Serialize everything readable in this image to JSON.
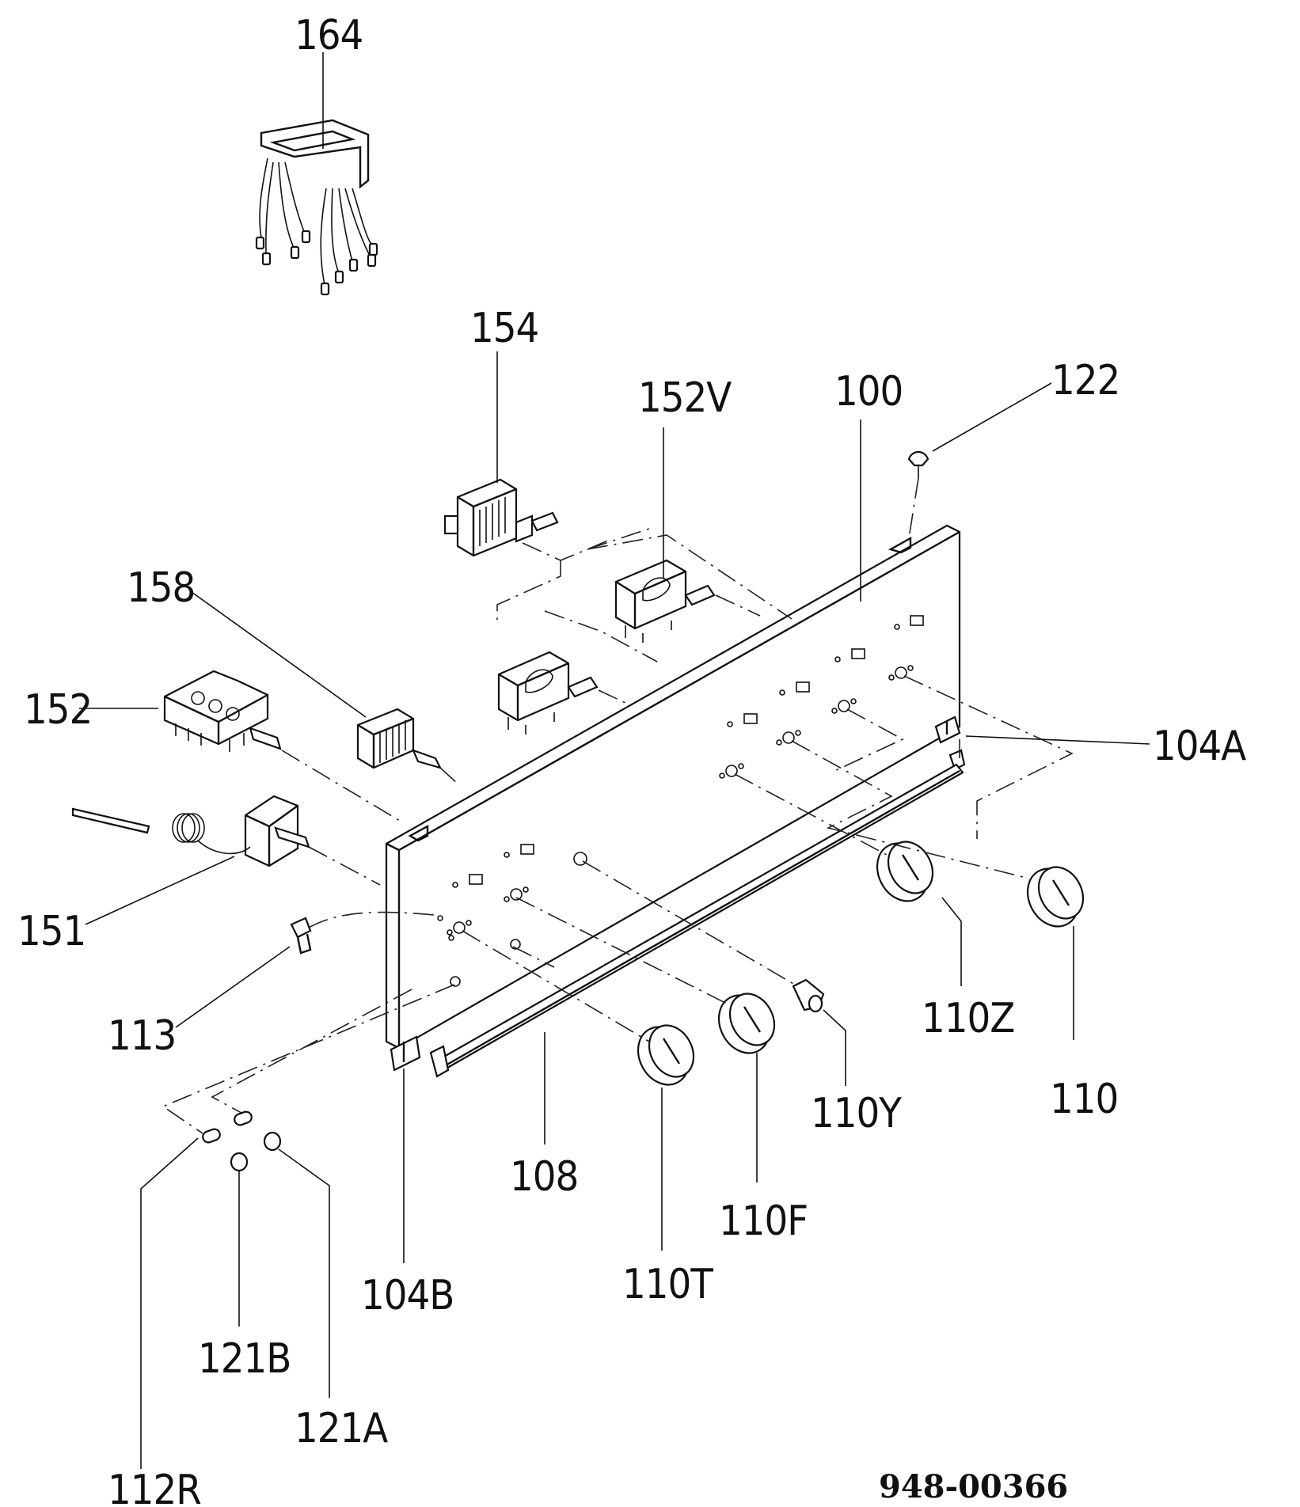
{
  "labels": {
    "p164": "164",
    "p154": "154",
    "p152V": "152V",
    "p100": "100",
    "p122": "122",
    "p158": "158",
    "p152": "152",
    "p104A": "104A",
    "p151": "151",
    "p113": "113",
    "p110Z": "110Z",
    "p110": "110",
    "p110Y": "110Y",
    "p108": "108",
    "p110F": "110F",
    "p110T": "110T",
    "p104B": "104B",
    "p121B": "121B",
    "p121A": "121A",
    "p112R": "112R"
  },
  "drawing_code": "948-00366"
}
